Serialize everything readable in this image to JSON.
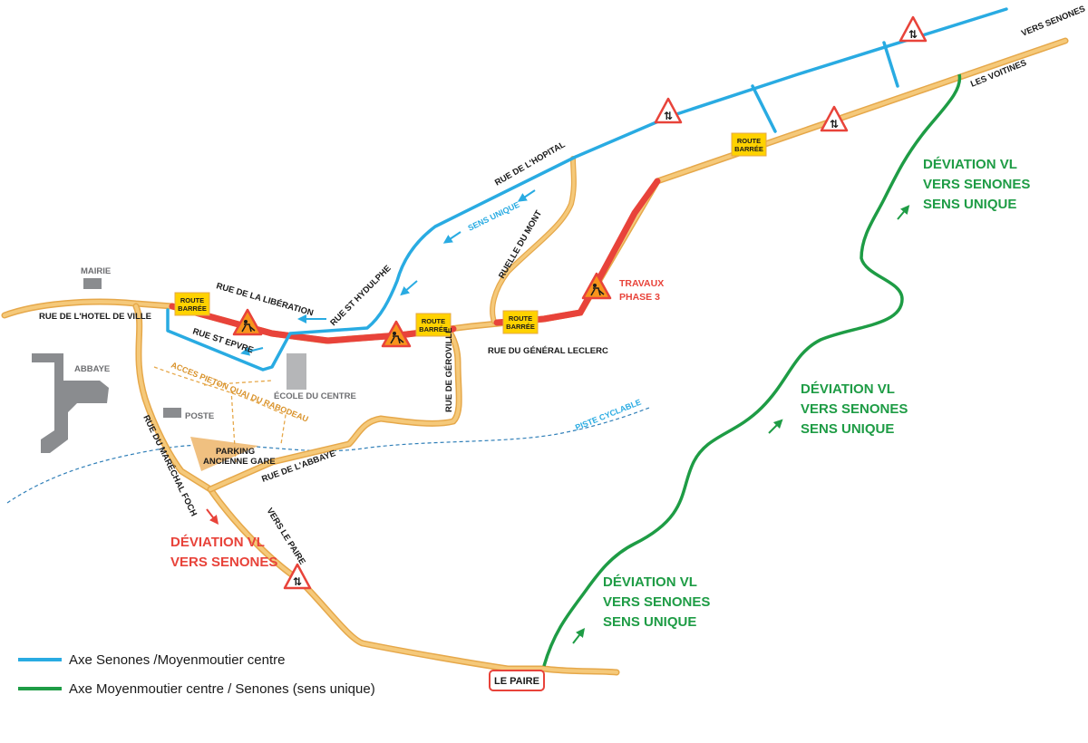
{
  "colors": {
    "blue_axis": "#29abe2",
    "green_axis": "#1e9c45",
    "closed_section": "#e8433a",
    "road": "#f5c97a",
    "road_edge": "#e6a84a",
    "sign_yellow": "#ffd200",
    "building": "#8a8c8f"
  },
  "streets": {
    "hotel_de_ville": "RUE DE L'HOTEL DE VILLE",
    "liberation": "RUE DE LA LIBÉRATION",
    "st_epvre": "RUE ST EPVRE",
    "st_hydulphe": "RUE ST HYDULPHE",
    "hopital": "RUE DE L'HOPITAL",
    "mont": "RUELLE DU MONT",
    "gerovillle": "RUE DE GÉROVILLE",
    "general_leclerc": "RUE DU GÉNÉRAL LECLERC",
    "marechal_foch": "RUE DU MARÉCHAL FOCH",
    "abbaye_street": "RUE DE L'ABBAYE",
    "vers_le_paire": "VERS LE PAIRE",
    "vers_senones": "VERS SENONES",
    "les_voitines": "LES VOITINES"
  },
  "places": {
    "mairie": "MAIRIE",
    "abbaye": "ABBAYE",
    "poste": "POSTE",
    "ecole": "ÉCOLE DU CENTRE",
    "parking_line1": "PARKING",
    "parking_line2": "ANCIENNE GARE",
    "le_paire": "LE PAIRE"
  },
  "annotations": {
    "sens_unique": "SENS UNIQUE",
    "acces_pieton": "ACCES PIETON QUAI DU RABODEAU",
    "piste_cyclable": "PISTE CYCLABLE",
    "travaux_line1": "TRAVAUX",
    "travaux_line2": "PHASE 3"
  },
  "signs": {
    "route_barree_line1": "ROUTE",
    "route_barree_line2": "BARRÉE"
  },
  "deviations": {
    "green_line1": "DÉVIATION VL",
    "green_line2": "VERS SENONES",
    "green_line3": "SENS UNIQUE",
    "red_line1": "DÉVIATION VL",
    "red_line2": "VERS SENONES"
  },
  "legend": [
    {
      "label": "Axe Senones /Moyenmoutier centre",
      "color": "#29abe2"
    },
    {
      "label": "Axe Moyenmoutier centre / Senones (sens unique)",
      "color": "#1e9c45"
    }
  ]
}
